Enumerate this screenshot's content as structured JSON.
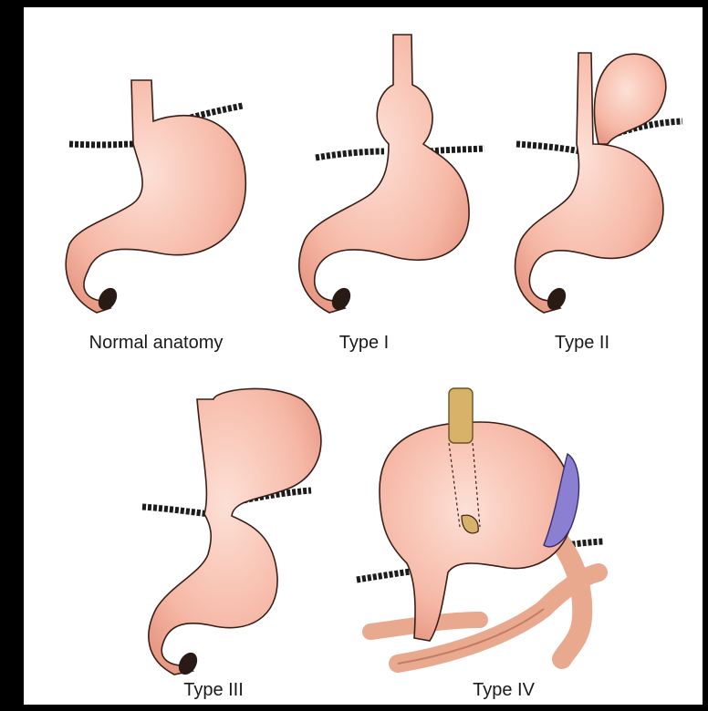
{
  "diagram": {
    "panels": [
      {
        "id": "normal",
        "caption": "Normal anatomy"
      },
      {
        "id": "type1",
        "caption": "Type I"
      },
      {
        "id": "type2",
        "caption": "Type II"
      },
      {
        "id": "type3",
        "caption": "Type III"
      },
      {
        "id": "type4",
        "caption": "Type IV"
      }
    ]
  },
  "colors": {
    "stomach_fill": "#f6b8a6",
    "stomach_outline": "#3a1e18",
    "diaphragm": "#1c1c1c",
    "esophagus_tube": "#d9b26a",
    "spleen": "#8b7fd1",
    "colon": "#f4c0ac",
    "background": "#ffffff",
    "border": "#000000"
  }
}
